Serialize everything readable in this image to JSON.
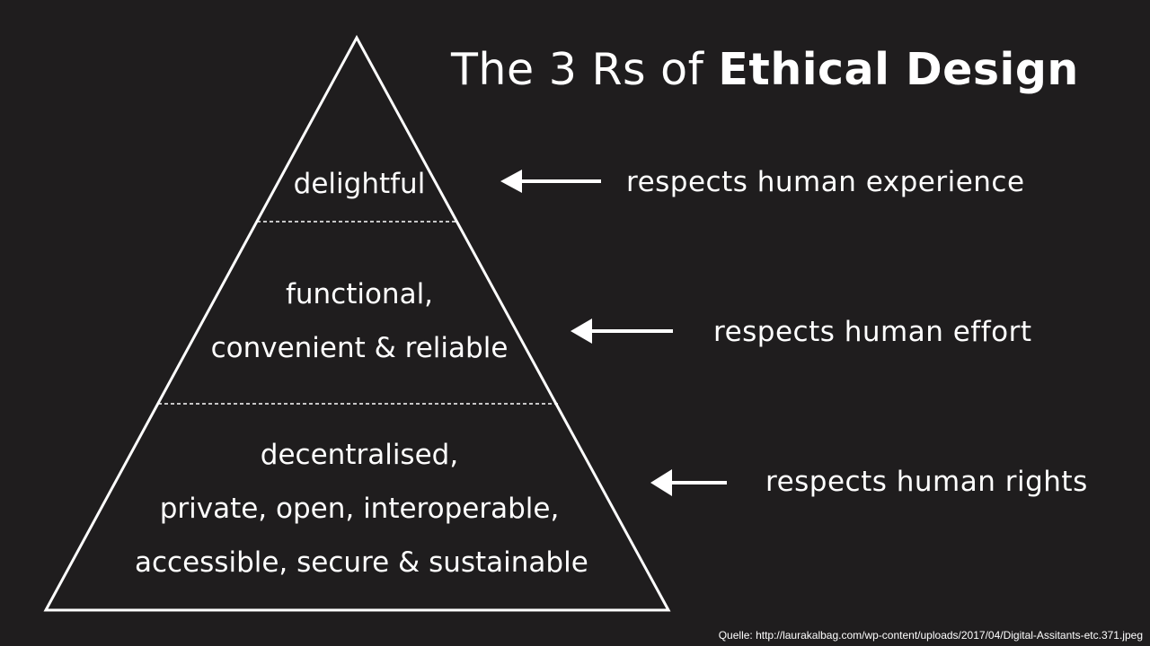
{
  "title": {
    "prefix": "The 3 Rs of ",
    "emphasis": "Ethical Design"
  },
  "pyramid": {
    "top": {
      "lines": [
        "delightful"
      ]
    },
    "middle": {
      "lines": [
        "functional,",
        "convenient & reliable"
      ]
    },
    "base": {
      "lines": [
        "decentralised,",
        "private, open, interoperable,",
        "accessible, secure & sustainable"
      ]
    }
  },
  "respects": [
    "respects human experience",
    "respects human effort",
    "respects human rights"
  ],
  "source": "Quelle: http://laurakalbag.com/wp-content/uploads/2017/04/Digital-Assitants-etc.371.jpeg",
  "colors": {
    "background": "#1f1d1e",
    "foreground": "#ffffff"
  },
  "icons": {
    "arrow": "left-arrow-icon"
  }
}
